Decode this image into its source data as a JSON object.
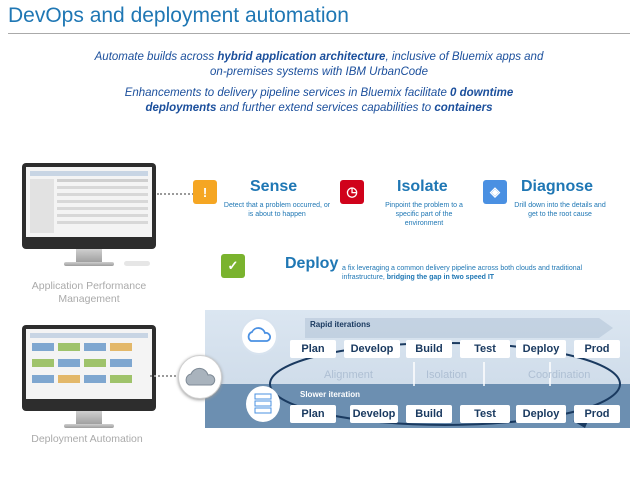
{
  "title": "DevOps and deployment automation",
  "subtitle": {
    "line1_a": "Automate builds across ",
    "line1_b": "hybrid application architecture",
    "line1_c": ", inclusive of Bluemix apps and",
    "line2": "on-premises systems with IBM UrbanCode",
    "line3_a": "Enhancements to delivery pipeline services in Bluemix facilitate ",
    "line3_b": "0 downtime",
    "line4_a": "deployments",
    "line4_b": " and further extend services capabilities to ",
    "line4_c": "containers"
  },
  "left": {
    "apm_label": "Application Performance Management",
    "deploy_label": "Deployment Automation"
  },
  "steps": {
    "sense": {
      "title": "Sense",
      "desc": "Detect that a problem occurred, or is about to happen",
      "color": "#f5a623"
    },
    "isolate": {
      "title": "Isolate",
      "desc": "Pinpoint the problem to a specific part of the environment",
      "color": "#d0021b"
    },
    "diagnose": {
      "title": "Diagnose",
      "desc": "Drill down into the details and get to the root cause",
      "color": "#4a90e2"
    },
    "deploy": {
      "title": "Deploy",
      "desc_a": "a fix leveraging a common delivery pipeline across both clouds and traditional infrastructure, ",
      "desc_b": "bridging the gap in two speed IT",
      "color": "#7ab32e"
    }
  },
  "pipeline": {
    "rapid_label": "Rapid iterations",
    "slower_label": "Slower iteration",
    "top_stages": [
      "Plan",
      "Develop",
      "Build",
      "Test",
      "Deploy",
      "Prod"
    ],
    "bottom_stages": [
      "Plan",
      "Develop",
      "Build",
      "Test",
      "Deploy",
      "Prod"
    ],
    "mid_labels": [
      "Alignment",
      "Isolation",
      "Coordination"
    ]
  },
  "colors": {
    "title": "#1f77b4",
    "accent": "#1b4f9c",
    "band_bottom": "#6c8fb1"
  }
}
